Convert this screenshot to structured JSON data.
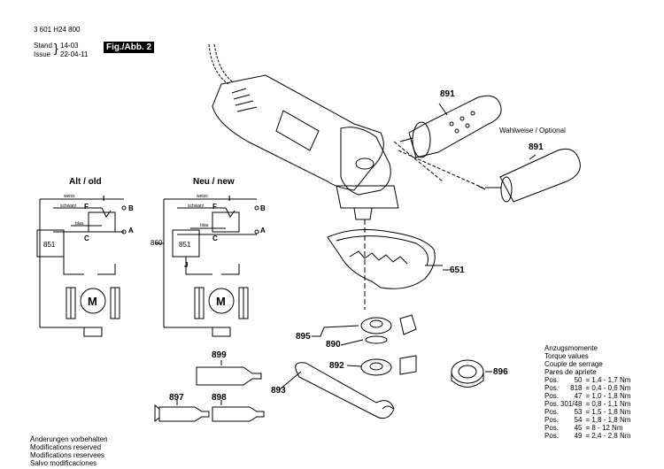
{
  "header": {
    "doc_number": "3 601 H24 800",
    "stand_label": "Stand",
    "stand_date": "14-03",
    "issue_label": "Issue",
    "issue_date": "22-04-11",
    "fig_label": "Fig./Abb. 2"
  },
  "wiring": {
    "old_title": "Alt / old",
    "new_title": "Neu / new",
    "old": {
      "weiss": "weiss",
      "schwarz": "schwarz",
      "blau": "blau",
      "I": "I",
      "F": "F",
      "B": "B",
      "C": "C",
      "A": "A",
      "part": "851",
      "motor": "M"
    },
    "new": {
      "weiss": "weiss",
      "schwarz": "schwarz",
      "blau": "blau",
      "I": "I",
      "F": "F",
      "B": "B",
      "C": "C",
      "A": "A",
      "part": "851",
      "side": "860",
      "J": "J",
      "motor": "M"
    }
  },
  "parts": {
    "p891a": "891",
    "p891b": "891",
    "optional": "Wahlweise / Optional",
    "p651": "651",
    "p895": "895",
    "p890": "890",
    "p892": "892",
    "p896": "896",
    "p893": "893",
    "p899": "899",
    "p897": "897",
    "p898": "898"
  },
  "notes": [
    "Änderungen vorbehalten",
    "Modifications reserved",
    "Modifications reservees",
    "Salvo modificaciones"
  ],
  "torque": {
    "headings": [
      "Anzugsmomente",
      "Torque values",
      "Couple de serrage",
      "Pares de apriete"
    ],
    "rows": [
      {
        "pos": "Pos.",
        "num": "50",
        "val": "= 1,4 - 1,7 Nm"
      },
      {
        "pos": "Pos.",
        "num": "818",
        "val": "= 0,4 - 0,6 Nm"
      },
      {
        "pos": "Pos.",
        "num": "47",
        "val": "= 1,0 - 1,8 Nm"
      },
      {
        "pos": "Pos.",
        "num": "301/48",
        "val": "= 0,8 - 1,1 Nm"
      },
      {
        "pos": "Pos.",
        "num": "53",
        "val": "= 1,5 - 1,8 Nm"
      },
      {
        "pos": "Pos.",
        "num": "54",
        "val": "= 1,8 - 1,8 Nm"
      },
      {
        "pos": "Pos.",
        "num": "45",
        "val": "= 8 - 12 Nm"
      },
      {
        "pos": "Pos.",
        "num": "49",
        "val": "= 2,4 - 2,8 Nm"
      }
    ]
  }
}
